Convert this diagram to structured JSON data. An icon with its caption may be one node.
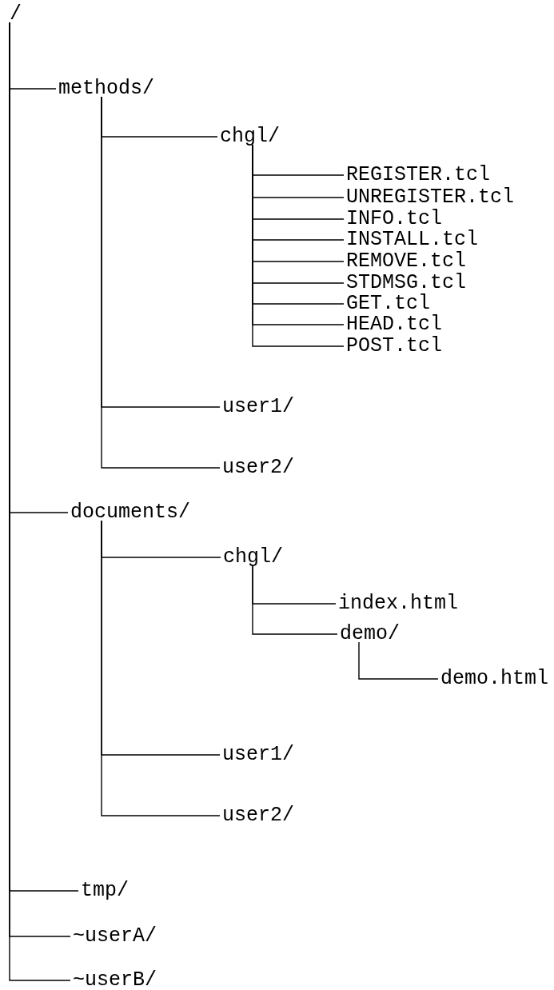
{
  "diagram": {
    "nodes": [
      {
        "text": [
          "/"
        ]
      },
      {
        "text": [
          "methods/"
        ]
      },
      {
        "text": [
          "chgl/"
        ]
      },
      {
        "text": [
          "REGISTER.tcl"
        ]
      },
      {
        "text": [
          "UNREGISTER.tcl"
        ]
      },
      {
        "text": [
          "INFO.tcl"
        ]
      },
      {
        "text": [
          "INSTALL.tcl"
        ]
      },
      {
        "text": [
          "REMOVE.tcl"
        ]
      },
      {
        "text": [
          "STDMSG.tcl"
        ]
      },
      {
        "text": [
          "GET.tcl"
        ]
      },
      {
        "text": [
          "HEAD.tcl"
        ]
      },
      {
        "text": [
          "POST.tcl"
        ]
      },
      {
        "text": [
          "user1/"
        ]
      },
      {
        "text": [
          "user2/"
        ]
      },
      {
        "text": [
          "documents/"
        ]
      },
      {
        "text": [
          "chgl/"
        ]
      },
      {
        "text": [
          "index.html"
        ]
      },
      {
        "text": [
          "demo/"
        ]
      },
      {
        "text": [
          "demo.html"
        ]
      },
      {
        "text": [
          "user1/"
        ]
      },
      {
        "text": [
          "user2/"
        ]
      },
      {
        "text": [
          "tmp/"
        ]
      },
      {
        "text": [
          "~userA/"
        ]
      },
      {
        "text": [
          "~userB/"
        ]
      }
    ],
    "edges": [
      {
        "from": 0,
        "to": 1,
        "arrow": "none"
      },
      {
        "from": 1,
        "to": 2,
        "arrow": "none"
      },
      {
        "from": 2,
        "to": 3,
        "arrow": "none"
      },
      {
        "from": 2,
        "to": 4,
        "arrow": "none"
      },
      {
        "from": 2,
        "to": 5,
        "arrow": "none"
      },
      {
        "from": 2,
        "to": 6,
        "arrow": "none"
      },
      {
        "from": 2,
        "to": 7,
        "arrow": "none"
      },
      {
        "from": 2,
        "to": 8,
        "arrow": "none"
      },
      {
        "from": 2,
        "to": 9,
        "arrow": "none"
      },
      {
        "from": 2,
        "to": 10,
        "arrow": "none"
      },
      {
        "from": 2,
        "to": 11,
        "arrow": "none"
      },
      {
        "from": 1,
        "to": 12,
        "arrow": "none"
      },
      {
        "from": 1,
        "to": 13,
        "arrow": "none"
      },
      {
        "from": 0,
        "to": 14,
        "arrow": "none"
      },
      {
        "from": 14,
        "to": 15,
        "arrow": "none"
      },
      {
        "from": 15,
        "to": 16,
        "arrow": "none"
      },
      {
        "from": 15,
        "to": 17,
        "arrow": "none"
      },
      {
        "from": 17,
        "to": 18,
        "arrow": "none"
      },
      {
        "from": 14,
        "to": 19,
        "arrow": "none"
      },
      {
        "from": 14,
        "to": 20,
        "arrow": "none"
      },
      {
        "from": 0,
        "to": 21,
        "arrow": "none"
      },
      {
        "from": 0,
        "to": 22,
        "arrow": "none"
      },
      {
        "from": 0,
        "to": 23,
        "arrow": "none"
      }
    ]
  }
}
